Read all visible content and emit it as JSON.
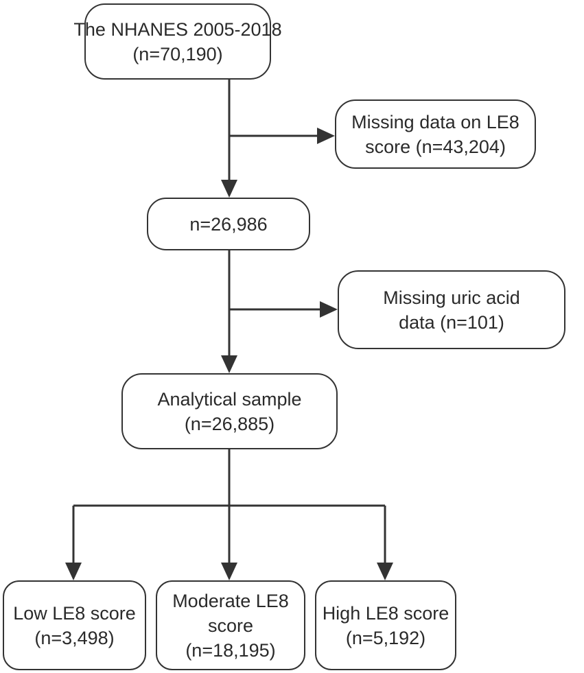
{
  "nodes": {
    "root": {
      "line1": "The NHANES 2005-2018",
      "line2": "(n=70,190)"
    },
    "exclusion1": {
      "line1": "Missing data on LE8",
      "line2": "score (n=43,204)"
    },
    "intermediate": {
      "line1": "n=26,986"
    },
    "exclusion2": {
      "line1": "Missing uric acid",
      "line2": "data (n=101)"
    },
    "analytical": {
      "line1": "Analytical sample",
      "line2": "(n=26,885)"
    },
    "low": {
      "line1": "Low LE8 score",
      "line2": "(n=3,498)"
    },
    "moderate": {
      "line1": "Moderate LE8",
      "line2": "score",
      "line3": "(n=18,195)"
    },
    "high": {
      "line1": "High LE8 score",
      "line2": "(n=5,192)"
    }
  }
}
